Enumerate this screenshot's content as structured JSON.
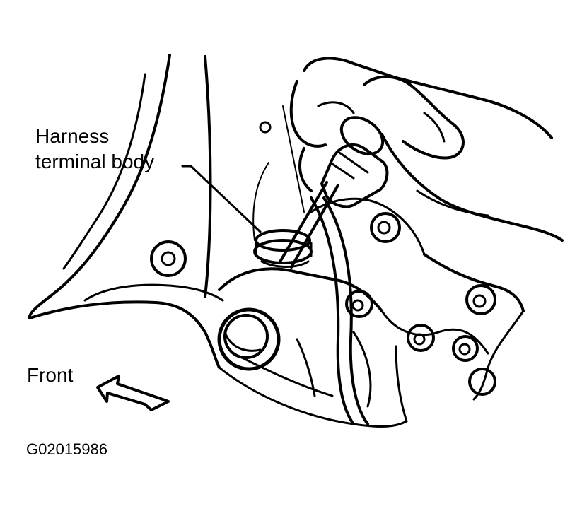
{
  "labels": {
    "harness_line1": "Harness",
    "harness_line2": "terminal body",
    "front": "Front"
  },
  "figure_id": "G02015986",
  "colors": {
    "ink": "#000000",
    "background": "#ffffff"
  }
}
